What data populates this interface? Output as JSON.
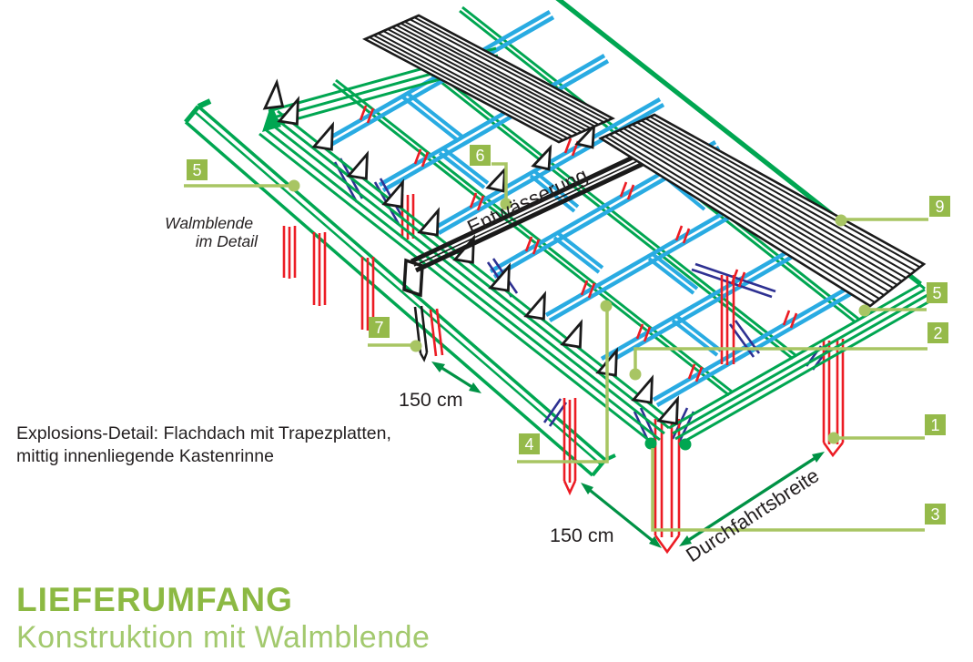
{
  "title": {
    "heading": "LIEFERUMFANG",
    "subheading": "Konstruktion mit Walmblende"
  },
  "annotations": {
    "walmblende_line1": "Walmblende",
    "walmblende_line2": "im Detail",
    "explosion_line1": "Explosions-Detail: Flachdach mit Trapezplatten,",
    "explosion_line2": "mittig innenliegende Kastenrinne",
    "drainage": "Entwässerung",
    "drive_width": "Durchfahrtsbreite",
    "dim_rafter_spacing": "150 cm",
    "dim_post_spacing": "150 cm"
  },
  "callouts": [
    "5",
    "6",
    "9",
    "5",
    "2",
    "1",
    "3",
    "7",
    "4"
  ],
  "colors": {
    "green_title": "#8CB943",
    "green_sub": "#A3C96E",
    "green_label": "#95BA4A",
    "green_leader": "#A8C563",
    "green_struct": "#00A651",
    "green_dim": "#009245",
    "cyan": "#29ABE2",
    "blue": "#2E3192",
    "red": "#EC1C24",
    "black": "#1A1A1A",
    "text": "#231F20",
    "bg": "#FFFFFF"
  }
}
